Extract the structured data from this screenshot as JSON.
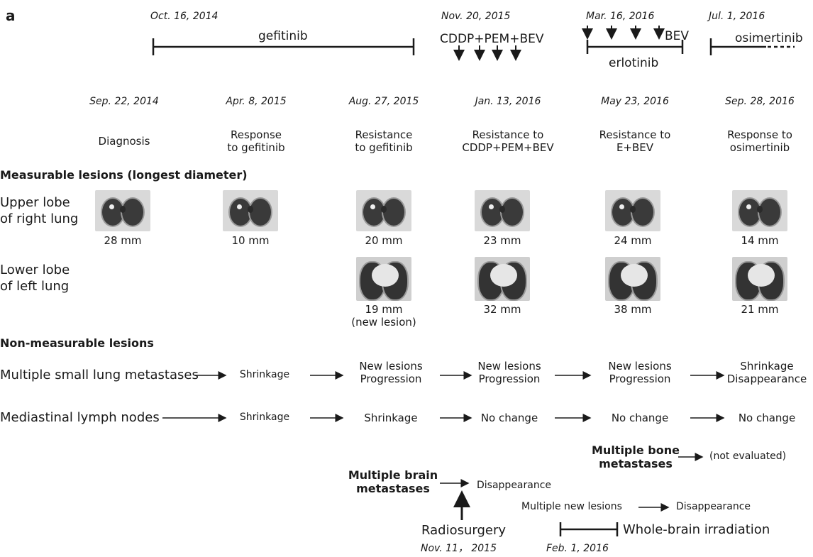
{
  "panel_label": "a",
  "treatments": {
    "gefitinib": {
      "date": "Oct. 16, 2014",
      "name": "gefitinib"
    },
    "chemo": {
      "date": "Nov. 20, 2015",
      "name": "CDDP+PEM+BEV"
    },
    "erlotinib": {
      "date": "Mar. 16, 2016",
      "name": "erlotinib",
      "bev": "BEV"
    },
    "osimertinib": {
      "date": "Jul. 1, 2016",
      "name": "osimertinib"
    }
  },
  "timepoints": [
    {
      "date": "Sep. 22, 2014",
      "event": "Diagnosis"
    },
    {
      "date": "Apr. 8, 2015",
      "event": "Response\nto gefitinib"
    },
    {
      "date": "Aug. 27, 2015",
      "event": "Resistance\nto gefitinib"
    },
    {
      "date": "Jan. 13, 2016",
      "event": "Resistance to\nCDDP+PEM+BEV"
    },
    {
      "date": "May 23, 2016",
      "event": "Resistance to\nE+BEV"
    },
    {
      "date": "Sep. 28, 2016",
      "event": "Response to\nosimertinib"
    }
  ],
  "measurable": {
    "header": "Measurable lesions (longest diameter)",
    "upper_label": "Upper lobe\nof right lung",
    "upper_values": [
      "28 mm",
      "10 mm",
      "20 mm",
      "23 mm",
      "24 mm",
      "14 mm"
    ],
    "lower_label": "Lower lobe\nof left lung",
    "lower_values": [
      "19 mm\n(new lesion)",
      "32 mm",
      "38 mm",
      "21 mm"
    ]
  },
  "nonmeasurable": {
    "header": "Non-measurable lesions",
    "lung_label": "Multiple small lung metastases",
    "lung_states": [
      "Shrinkage",
      "New lesions\nProgression",
      "New lesions\nProgression",
      "New lesions\nProgression",
      "Shrinkage\nDisappearance"
    ],
    "lymph_label": "Mediastinal lymph nodes",
    "lymph_states": [
      "Shrinkage",
      "Shrinkage",
      "No change",
      "No change",
      "No change"
    ],
    "bone_label": "Multiple bone\nmetastases",
    "bone_state": "(not evaluated)",
    "brain_label": "Multiple brain\nmetastases",
    "brain_state": "Disappearance",
    "radiosurgery": "Radiosurgery",
    "radiosurgery_date": "Nov. 11， 2015",
    "new_lesions": "Multiple new lesions",
    "new_lesions_state": "Disappearance",
    "wbi": "Whole-brain irradiation",
    "wbi_date": "Feb. 1, 2016"
  }
}
